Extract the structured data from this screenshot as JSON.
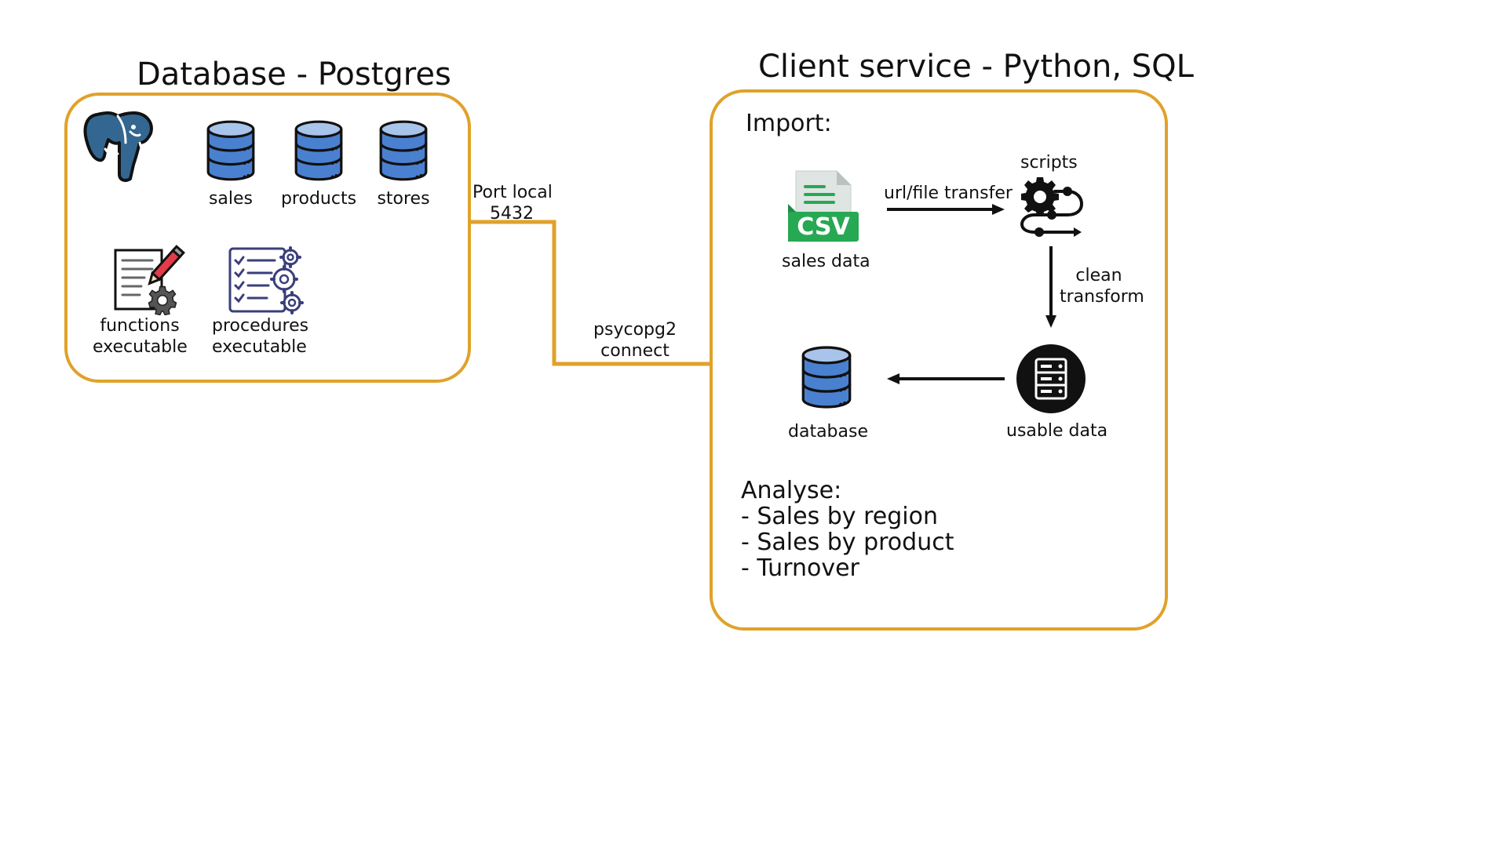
{
  "database_panel": {
    "title": "Database - Postgres",
    "tables": [
      {
        "label": "sales"
      },
      {
        "label": "products"
      },
      {
        "label": "stores"
      }
    ],
    "functions_label": [
      "functions",
      "executable"
    ],
    "procedures_label": [
      "procedures",
      "executable"
    ]
  },
  "connection": {
    "port_label": [
      "Port local",
      "5432"
    ],
    "driver_label": [
      "psycopg2",
      "connect"
    ]
  },
  "client_panel": {
    "title": "Client service - Python, SQL",
    "import_heading": "Import:",
    "csv_badge": "CSV",
    "sales_data_label": "sales data",
    "transfer_label": "url/file transfer",
    "scripts_label": "scripts",
    "clean_label": [
      "clean",
      "transform"
    ],
    "usable_data_label": "usable data",
    "database_label": "database",
    "analyse_heading": "Analyse:",
    "analyse_items": [
      "- Sales by region",
      "- Sales by product",
      "- Turnover"
    ]
  },
  "colors": {
    "panel_border": "#e0a22a",
    "db_blue": "#4a80d0",
    "db_light": "#a9c4ea",
    "csv_green": "#27a853",
    "postgres_blue": "#336791"
  },
  "icons": [
    "postgres-elephant-icon",
    "database-icon",
    "document-edit-gear-icon",
    "checklist-gears-icon",
    "csv-file-icon",
    "scripts-gear-flow-icon",
    "server-icon"
  ]
}
